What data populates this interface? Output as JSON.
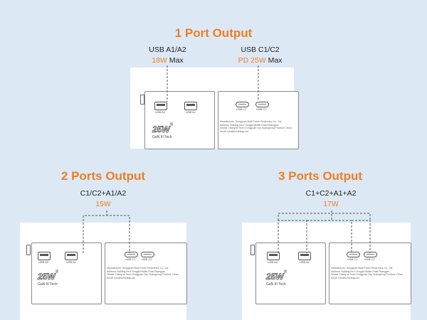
{
  "one_port": {
    "title": "1 Port Output",
    "usb_a": {
      "name": "USB A1/A2",
      "power": "18W",
      "suffix": "Max"
    },
    "usb_c": {
      "name": "USB C1/C2",
      "power": "PD 25W",
      "suffix": "Max"
    }
  },
  "two_ports": {
    "title": "2 Ports Output",
    "combo": "C1/C2+A1/A2",
    "power": "15W"
  },
  "three_ports": {
    "title": "3 Ports Output",
    "combo": "C1+C2+A1+A2",
    "power": "17W"
  },
  "device": {
    "port_labels": [
      "USB A2",
      "USB A1",
      "USB C1",
      "USB C2"
    ],
    "badge": "25W",
    "badge_mark": "®",
    "brand": "GaN III Tech",
    "fine_print": "Manufacturer: Dongguan Bwill Power Electronics Co., Ltd.\nAddress: Building No.5 Yongjia Middle Road Shangjiao\nDistrict Chang'an Town Dongguan City Guangdong Province China\nEmail: info@hometeap.net"
  },
  "colors": {
    "accent": "#f07d22",
    "background": "#dce9f5",
    "line": "#555555"
  }
}
